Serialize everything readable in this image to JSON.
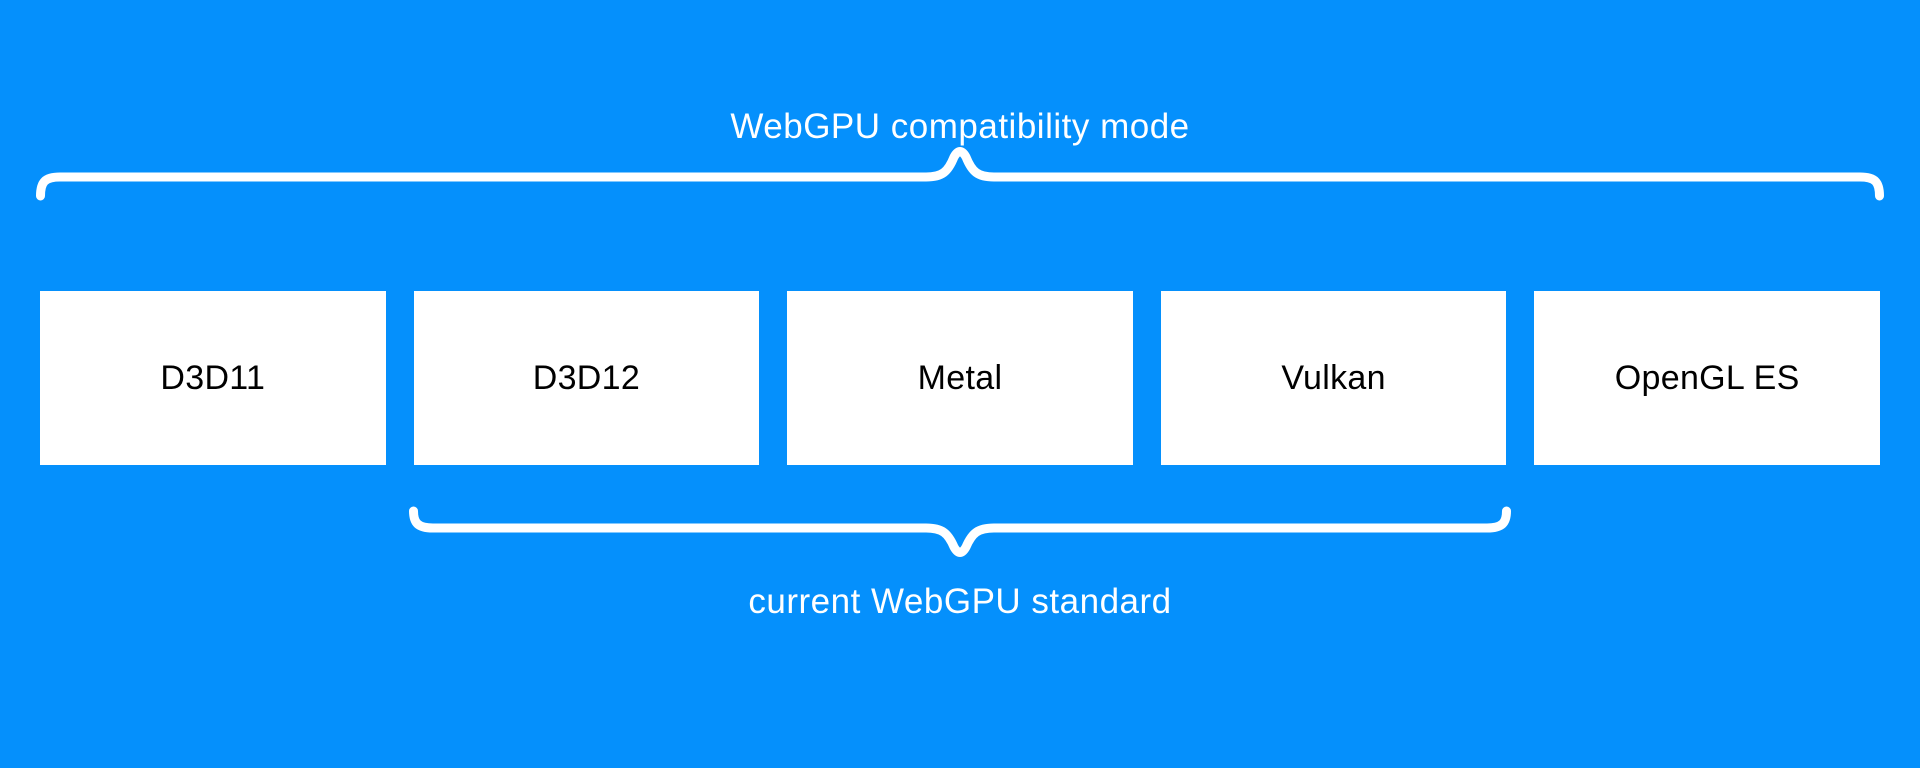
{
  "diagram": {
    "top_label": "WebGPU compatibility mode",
    "bottom_label": "current WebGPU standard",
    "boxes": [
      "D3D11",
      "D3D12",
      "Metal",
      "Vulkan",
      "OpenGL ES"
    ],
    "top_brace_covers": [
      "D3D11",
      "D3D12",
      "Metal",
      "Vulkan",
      "OpenGL ES"
    ],
    "bottom_brace_covers": [
      "D3D12",
      "Metal",
      "Vulkan"
    ]
  },
  "colors": {
    "background": "#0590fc",
    "box-bg": "#ffffff",
    "box-text": "#000000",
    "label-text": "#ffffff",
    "brace": "#ffffff"
  }
}
